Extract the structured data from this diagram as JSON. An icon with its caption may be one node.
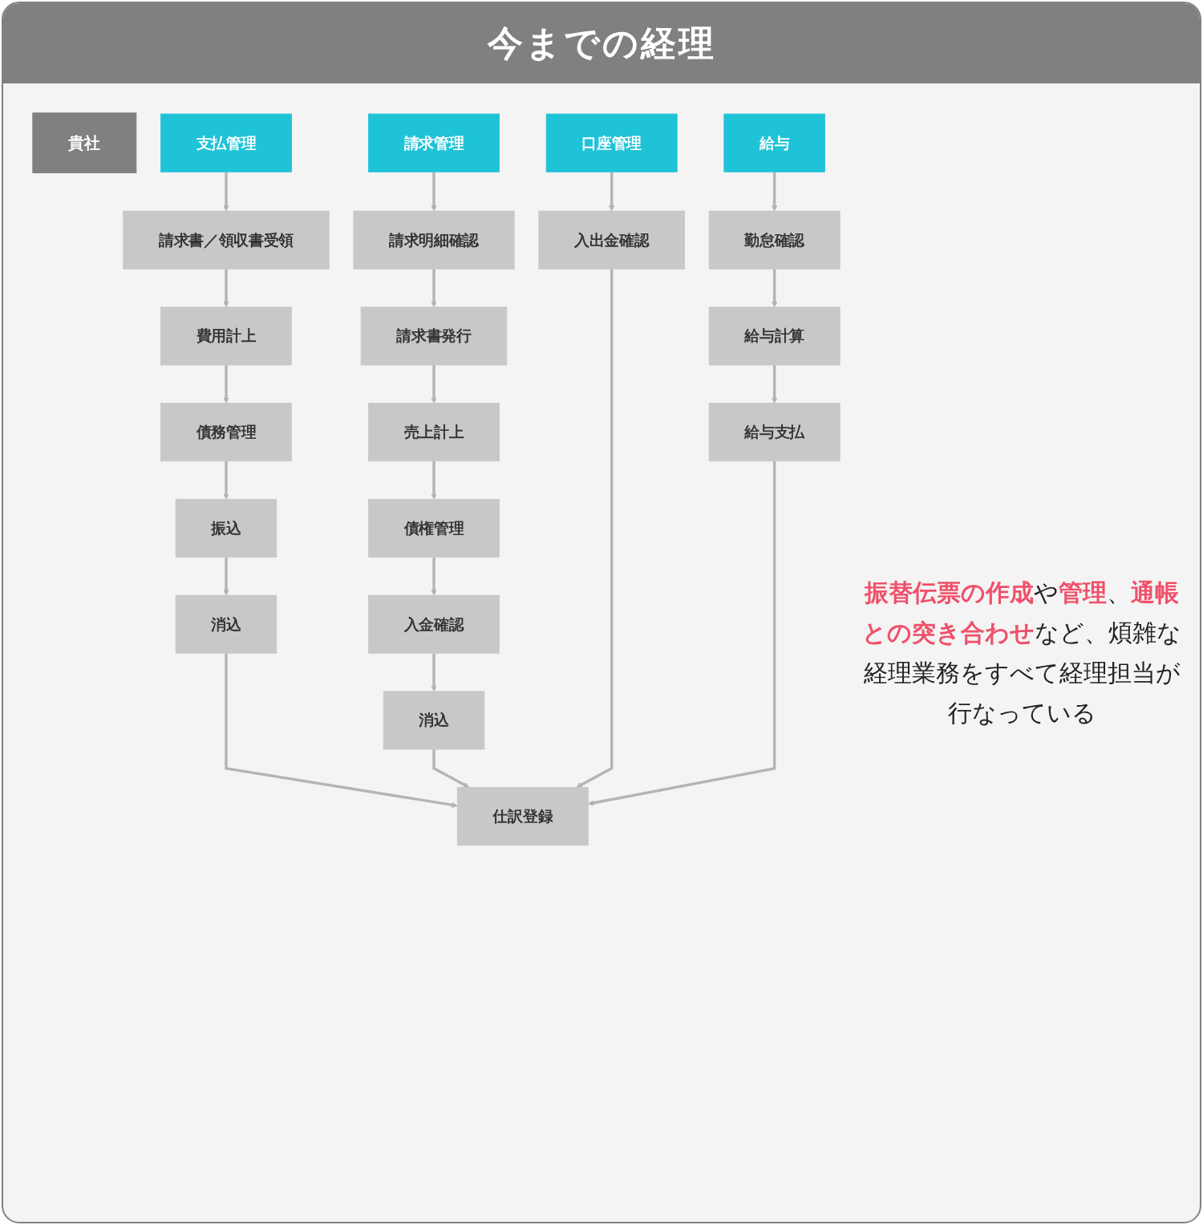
{
  "diagram": {
    "title": "今までの経理",
    "nodes": [
      {
        "text": [
          "貴社"
        ]
      },
      {
        "text": [
          "支払管理"
        ]
      },
      {
        "text": [
          "請求管理"
        ]
      },
      {
        "text": [
          "口座管理"
        ]
      },
      {
        "text": [
          "給与"
        ]
      },
      {
        "text": [
          "請求書／領収書受領"
        ]
      },
      {
        "text": [
          "費用計上"
        ]
      },
      {
        "text": [
          "債務管理"
        ]
      },
      {
        "text": [
          "振込"
        ]
      },
      {
        "text": [
          "消込"
        ]
      },
      {
        "text": [
          "請求明細確認"
        ]
      },
      {
        "text": [
          "請求書発行"
        ]
      },
      {
        "text": [
          "売上計上"
        ]
      },
      {
        "text": [
          "債権管理"
        ]
      },
      {
        "text": [
          "入金確認"
        ]
      },
      {
        "text": [
          "消込"
        ]
      },
      {
        "text": [
          "入出金確認"
        ]
      },
      {
        "text": [
          "勤怠確認"
        ]
      },
      {
        "text": [
          "給与計算"
        ]
      },
      {
        "text": [
          "給与支払"
        ]
      },
      {
        "text": [
          "仕訳登録"
        ]
      }
    ],
    "edges": [
      {
        "from": 1,
        "to": 5,
        "arrow": "to"
      },
      {
        "from": 5,
        "to": 6,
        "arrow": "to"
      },
      {
        "from": 6,
        "to": 7,
        "arrow": "to"
      },
      {
        "from": 7,
        "to": 8,
        "arrow": "to"
      },
      {
        "from": 8,
        "to": 9,
        "arrow": "to"
      },
      {
        "from": 2,
        "to": 10,
        "arrow": "to"
      },
      {
        "from": 10,
        "to": 11,
        "arrow": "to"
      },
      {
        "from": 11,
        "to": 12,
        "arrow": "to"
      },
      {
        "from": 12,
        "to": 13,
        "arrow": "to"
      },
      {
        "from": 13,
        "to": 14,
        "arrow": "to"
      },
      {
        "from": 14,
        "to": 15,
        "arrow": "to"
      },
      {
        "from": 3,
        "to": 16,
        "arrow": "to"
      },
      {
        "from": 4,
        "to": 17,
        "arrow": "to"
      },
      {
        "from": 17,
        "to": 18,
        "arrow": "to"
      },
      {
        "from": 18,
        "to": 19,
        "arrow": "to"
      },
      {
        "from": 9,
        "to": 20,
        "arrow": "to"
      },
      {
        "from": 15,
        "to": 20,
        "arrow": "to"
      },
      {
        "from": 16,
        "to": 20,
        "arrow": "to"
      },
      {
        "from": 19,
        "to": 20,
        "arrow": "to"
      }
    ],
    "labels": [
      "**振替伝票の作成**や**管理**、**通帳との突き合わせ**など、煩雑な経理業務をすべて経理担当が行なっている"
    ]
  }
}
